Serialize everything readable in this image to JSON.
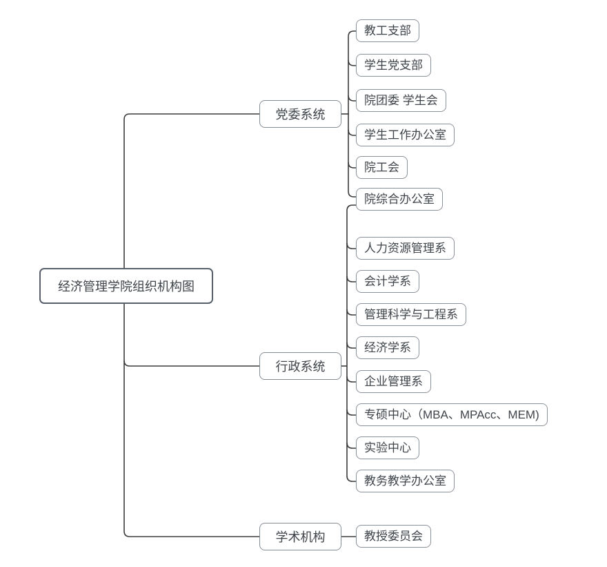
{
  "diagram": {
    "root": {
      "label": "经济管理学院组织机构图"
    },
    "branches": [
      {
        "label": "党委系统",
        "children": [
          "教工支部",
          "学生党支部",
          "院团委 学生会",
          "学生工作办公室",
          "院工会",
          "院综合办公室"
        ]
      },
      {
        "label": "行政系统",
        "children": [
          "人力资源管理系",
          "会计学系",
          "管理科学与工程系",
          "经济学系",
          "企业管理系",
          "专硕中心（MBA、MPAcc、MEM)",
          "实验中心",
          "教务教学办公室"
        ],
        "also_connects_to": "院综合办公室"
      },
      {
        "label": "学术机构",
        "children": [
          "教授委员会"
        ]
      }
    ],
    "colors": {
      "connector": "#3a3a3a",
      "node_border": "#8b9199",
      "root_border": "#565f6a",
      "text": "#3f444a",
      "background": "#ffffff"
    }
  }
}
